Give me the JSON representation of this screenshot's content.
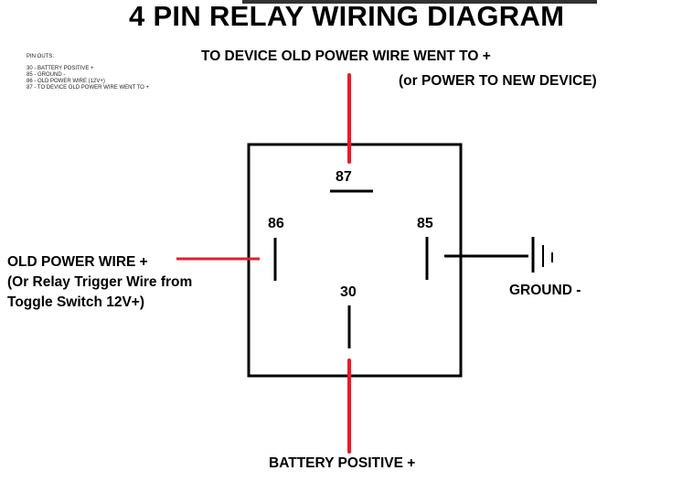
{
  "title": "4 PIN RELAY WIRING DIAGRAM",
  "pinouts": {
    "header": "PIN OUTS:",
    "rows": [
      "30 - BATTERY POSITIVE +",
      "85 - GROUND -",
      "86 - OLD POWER WIRE (12V+)",
      "87 - TO DEVICE OLD POWER WIRE WENT TO +"
    ]
  },
  "pins": {
    "p87": "87",
    "p86": "86",
    "p85": "85",
    "p30": "30"
  },
  "labels": {
    "top_line1": "TO DEVICE OLD POWER WIRE WENT TO +",
    "top_line2": "(or POWER TO NEW DEVICE)",
    "left_line1": "OLD POWER WIRE +",
    "left_line2": "(Or Relay Trigger Wire from",
    "left_line3": "Toggle Switch  12V+)",
    "ground": "GROUND -",
    "bottom": "BATTERY POSITIVE +"
  },
  "colors": {
    "positive_wire": "#e0202e",
    "ground_wire": "#000000",
    "relay_outline": "#000000"
  }
}
